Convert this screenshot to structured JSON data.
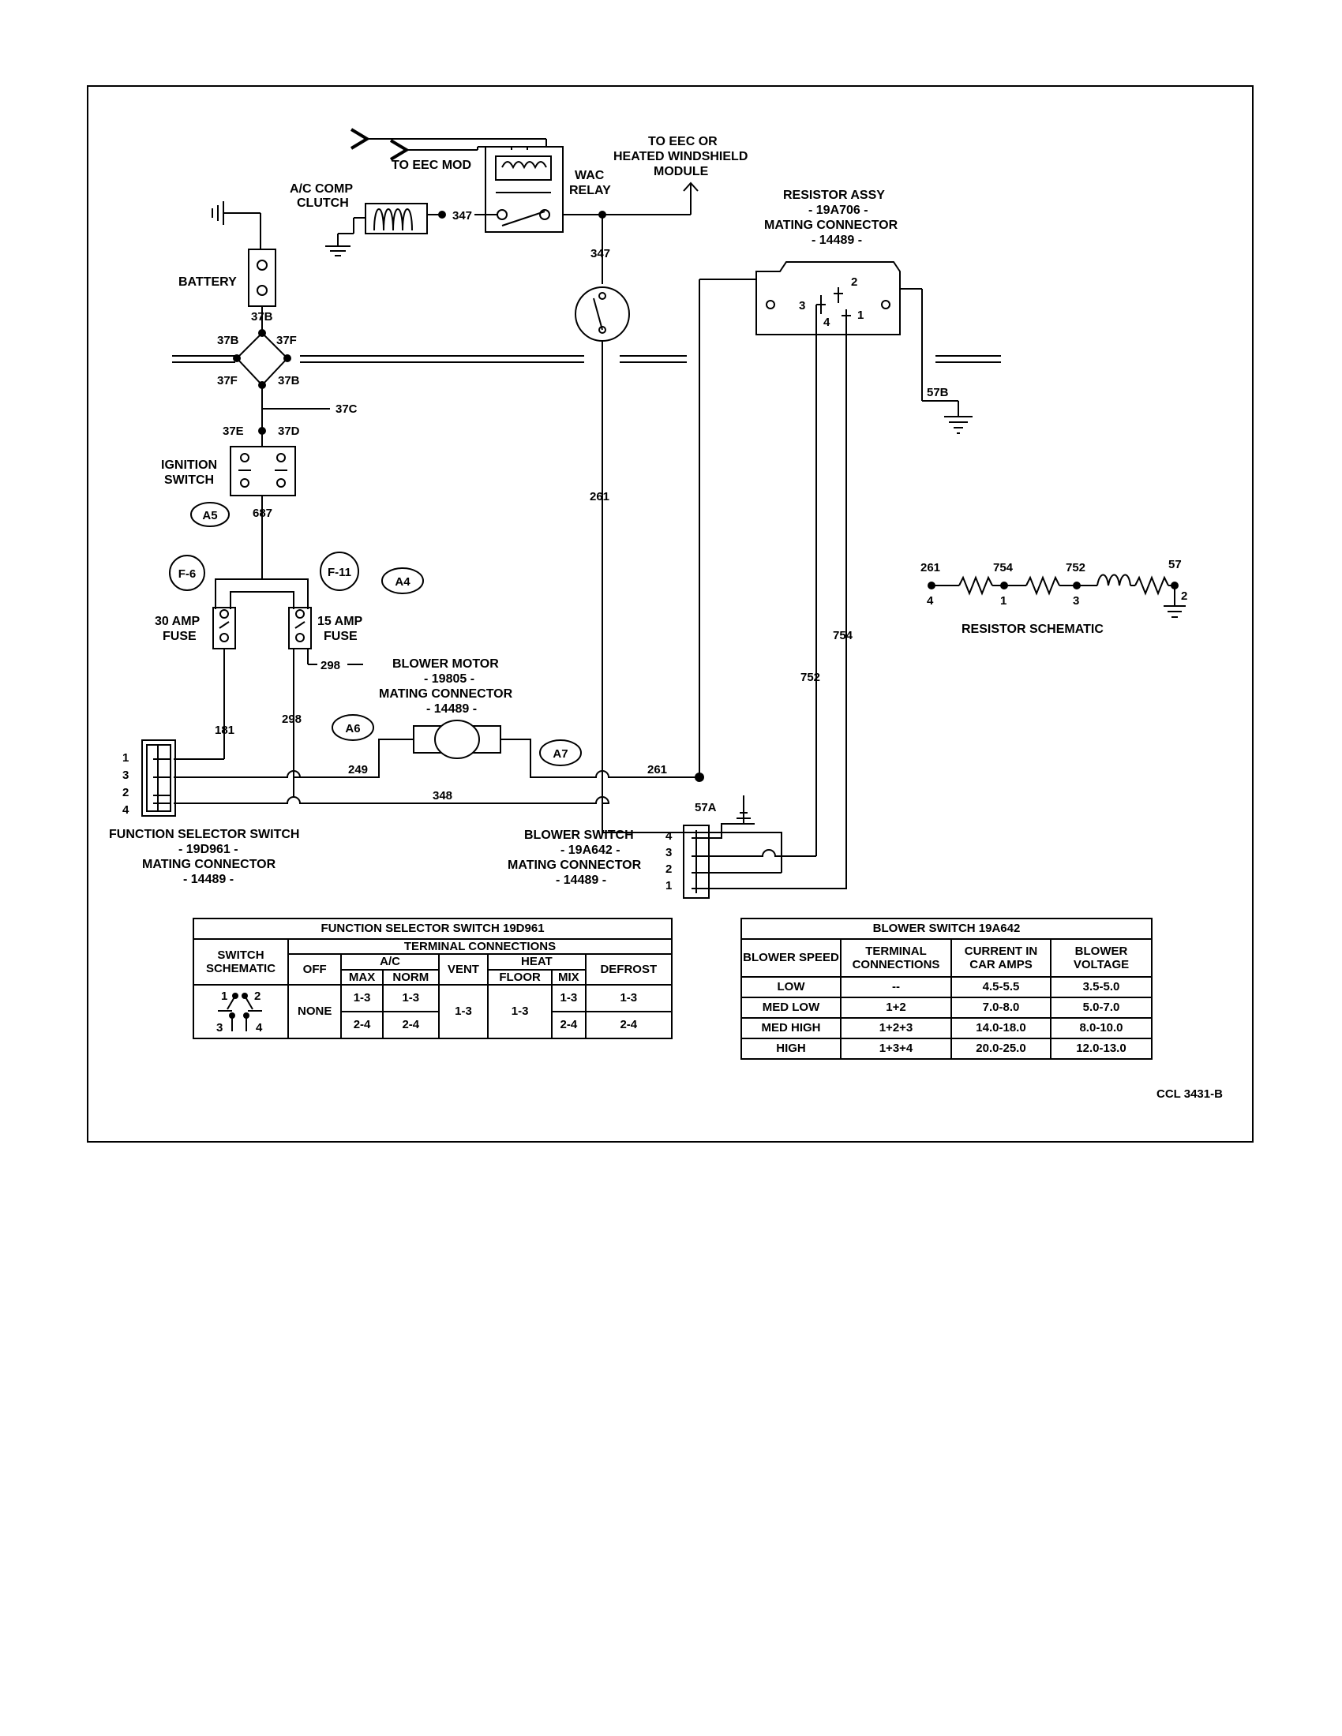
{
  "diagram": {
    "labels": {
      "to_eec_mod": "TO EEC MOD",
      "ac_comp": "A/C COMP",
      "clutch": "CLUTCH",
      "to_eec_or": "TO EEC OR",
      "heated_windshield": "HEATED WINDSHIELD",
      "module": "MODULE",
      "wac": "WAC",
      "relay": "RELAY",
      "battery": "BATTERY",
      "ignition": "IGNITION",
      "switch": "SWITCH",
      "resistor_assy": "RESISTOR ASSY",
      "resistor_part": "- 19A706 -",
      "mating_connector": "MATING CONNECTOR",
      "connector_part": "- 14489 -",
      "blower_motor": "BLOWER MOTOR",
      "blower_motor_part": "- 19805 -",
      "blower_motor_conn": "MATING CONNECTOR",
      "blower_motor_conn_part": "- 14489 -",
      "fuse30": "30 AMP",
      "fuse15": "15 AMP",
      "fuse": "FUSE",
      "fss_title": "FUNCTION SELECTOR SWITCH",
      "fss_part": "- 19D961 -",
      "fss_conn": "MATING CONNECTOR",
      "fss_conn_part": "- 14489 -",
      "bs_title": "BLOWER SWITCH",
      "bs_part": "- 19A642 -",
      "bs_conn": "MATING CONNECTOR",
      "bs_conn_part": "- 14489 -",
      "resistor_schematic": "RESISTOR SCHEMATIC"
    },
    "wires": {
      "w347a": "347",
      "w347b": "347",
      "w37b_top": "37B",
      "w37b_left": "37B",
      "w37f_right": "37F",
      "w37f_left": "37F",
      "w37b_right": "37B",
      "w37c": "37C",
      "w37e": "37E",
      "w37d": "37D",
      "w687": "687",
      "w298a": "298",
      "w298b": "298",
      "w181": "181",
      "w249": "249",
      "w348": "348",
      "w261a": "261",
      "w261b": "261",
      "w752": "752",
      "w754": "754",
      "w57a": "57A",
      "w57b": "57B"
    },
    "badges": {
      "a5": "A5",
      "a4": "A4",
      "a6": "A6",
      "a7": "A7",
      "f6": "F-6",
      "f11": "F-11"
    },
    "pins": {
      "fss": [
        "1",
        "3",
        "2",
        "4"
      ],
      "bs": [
        "4",
        "3",
        "2",
        "1"
      ],
      "res": [
        "3",
        "2",
        "4",
        "1"
      ]
    },
    "schematic": {
      "nodes": [
        "261",
        "754",
        "752",
        "57"
      ],
      "terms": [
        "4",
        "1",
        "3",
        "2"
      ]
    }
  },
  "fss_table": {
    "title": "FUNCTION SELECTOR SWITCH 19D961",
    "switch_schematic": "SWITCH SCHEMATIC",
    "terminal_connections": "TERMINAL CONNECTIONS",
    "ac": "A/C",
    "heat": "HEAT",
    "cols": [
      "OFF",
      "MAX",
      "NORM",
      "VENT",
      "FLOOR",
      "MIX",
      "DEFROST"
    ],
    "sch_nums": [
      "1",
      "2",
      "3",
      "4"
    ],
    "off": "NONE",
    "max": [
      "1-3",
      "2-4"
    ],
    "norm": [
      "1-3",
      "2-4"
    ],
    "vent": "1-3",
    "floor": "1-3",
    "mix": [
      "1-3",
      "2-4"
    ],
    "defrost": [
      "1-3",
      "2-4"
    ]
  },
  "bs_table": {
    "title": "BLOWER SWITCH 19A642",
    "headers": [
      "BLOWER SPEED",
      "TERMINAL CONNECTIONS",
      "CURRENT IN CAR AMPS",
      "BLOWER VOLTAGE"
    ],
    "rows": [
      [
        "LOW",
        "--",
        "4.5-5.5",
        "3.5-5.0"
      ],
      [
        "MED LOW",
        "1+2",
        "7.0-8.0",
        "5.0-7.0"
      ],
      [
        "MED HIGH",
        "1+2+3",
        "14.0-18.0",
        "8.0-10.0"
      ],
      [
        "HIGH",
        "1+3+4",
        "20.0-25.0",
        "12.0-13.0"
      ]
    ]
  },
  "figure_id": "CCL 3431-B"
}
